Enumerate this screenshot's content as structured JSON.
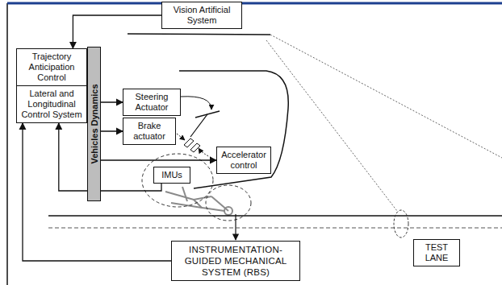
{
  "diagram": {
    "nodes": [
      {
        "text": [
          "Vision Artificial System"
        ]
      },
      {
        "text": [
          "Trajectory Anticipation Control"
        ]
      },
      {
        "text": [
          "Vehicles Dynamics"
        ]
      },
      {
        "text": [
          "Steering Actuator"
        ]
      },
      {
        "text": [
          "Brake actuator"
        ]
      },
      {
        "text": [
          "Lateral and Longitudinal Control System"
        ]
      },
      {
        "text": [
          "Accelerator control"
        ]
      },
      {
        "text": [
          "IMUs"
        ]
      },
      {
        "text": [
          "INSTRUMENTATION-GUIDED MECHANICAL SYSTEM (RBS)"
        ]
      },
      {
        "text": [
          "TEST LANE"
        ]
      }
    ],
    "edges": [
      {
        "from": 0,
        "to": 1,
        "arrow": "to"
      },
      {
        "from": 1,
        "to": 3,
        "arrow": "to"
      },
      {
        "from": 1,
        "to": 5,
        "arrow": "to"
      },
      {
        "from": 5,
        "to": 4,
        "arrow": "to"
      },
      {
        "from": 5,
        "to": 6,
        "arrow": "to"
      },
      {
        "from": 7,
        "to": 5,
        "arrow": "to"
      },
      {
        "from": 8,
        "to": 5,
        "arrow": "to"
      }
    ]
  }
}
